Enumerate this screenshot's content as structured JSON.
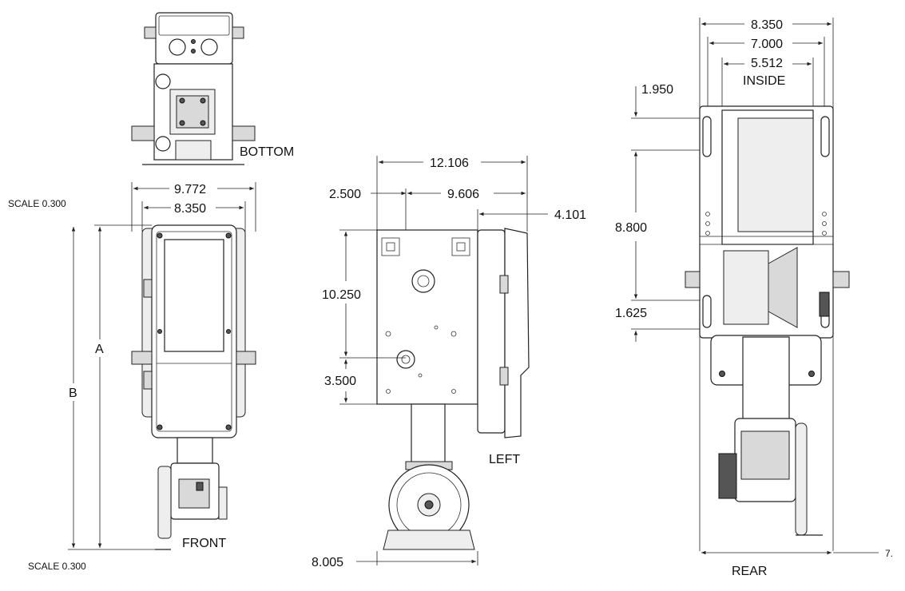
{
  "views": {
    "bottom": "BOTTOM",
    "front": "FRONT",
    "left": "LEFT",
    "rear": "REAR"
  },
  "scale_top": "SCALE 0.300",
  "scale_bottom": "SCALE 0.300",
  "front_dims": {
    "overall_width": "9.772",
    "mount_width": "8.350",
    "height_a": "A",
    "height_b": "B"
  },
  "left_dims": {
    "overall_depth": "12.106",
    "offset": "2.500",
    "shaft_to_back": "9.606",
    "enclosure_depth": "4.101",
    "plate_height": "10.250",
    "shaft_height": "3.500",
    "motor_base": "8.005"
  },
  "rear_dims": {
    "overall_width": "8.350",
    "slot_spacing": "7.000",
    "inside_width": "5.512",
    "inside_label": "INSIDE",
    "top_offset": "1.950",
    "slot_distance": "8.800",
    "bottom_offset": "1.625"
  },
  "page_number": "7."
}
